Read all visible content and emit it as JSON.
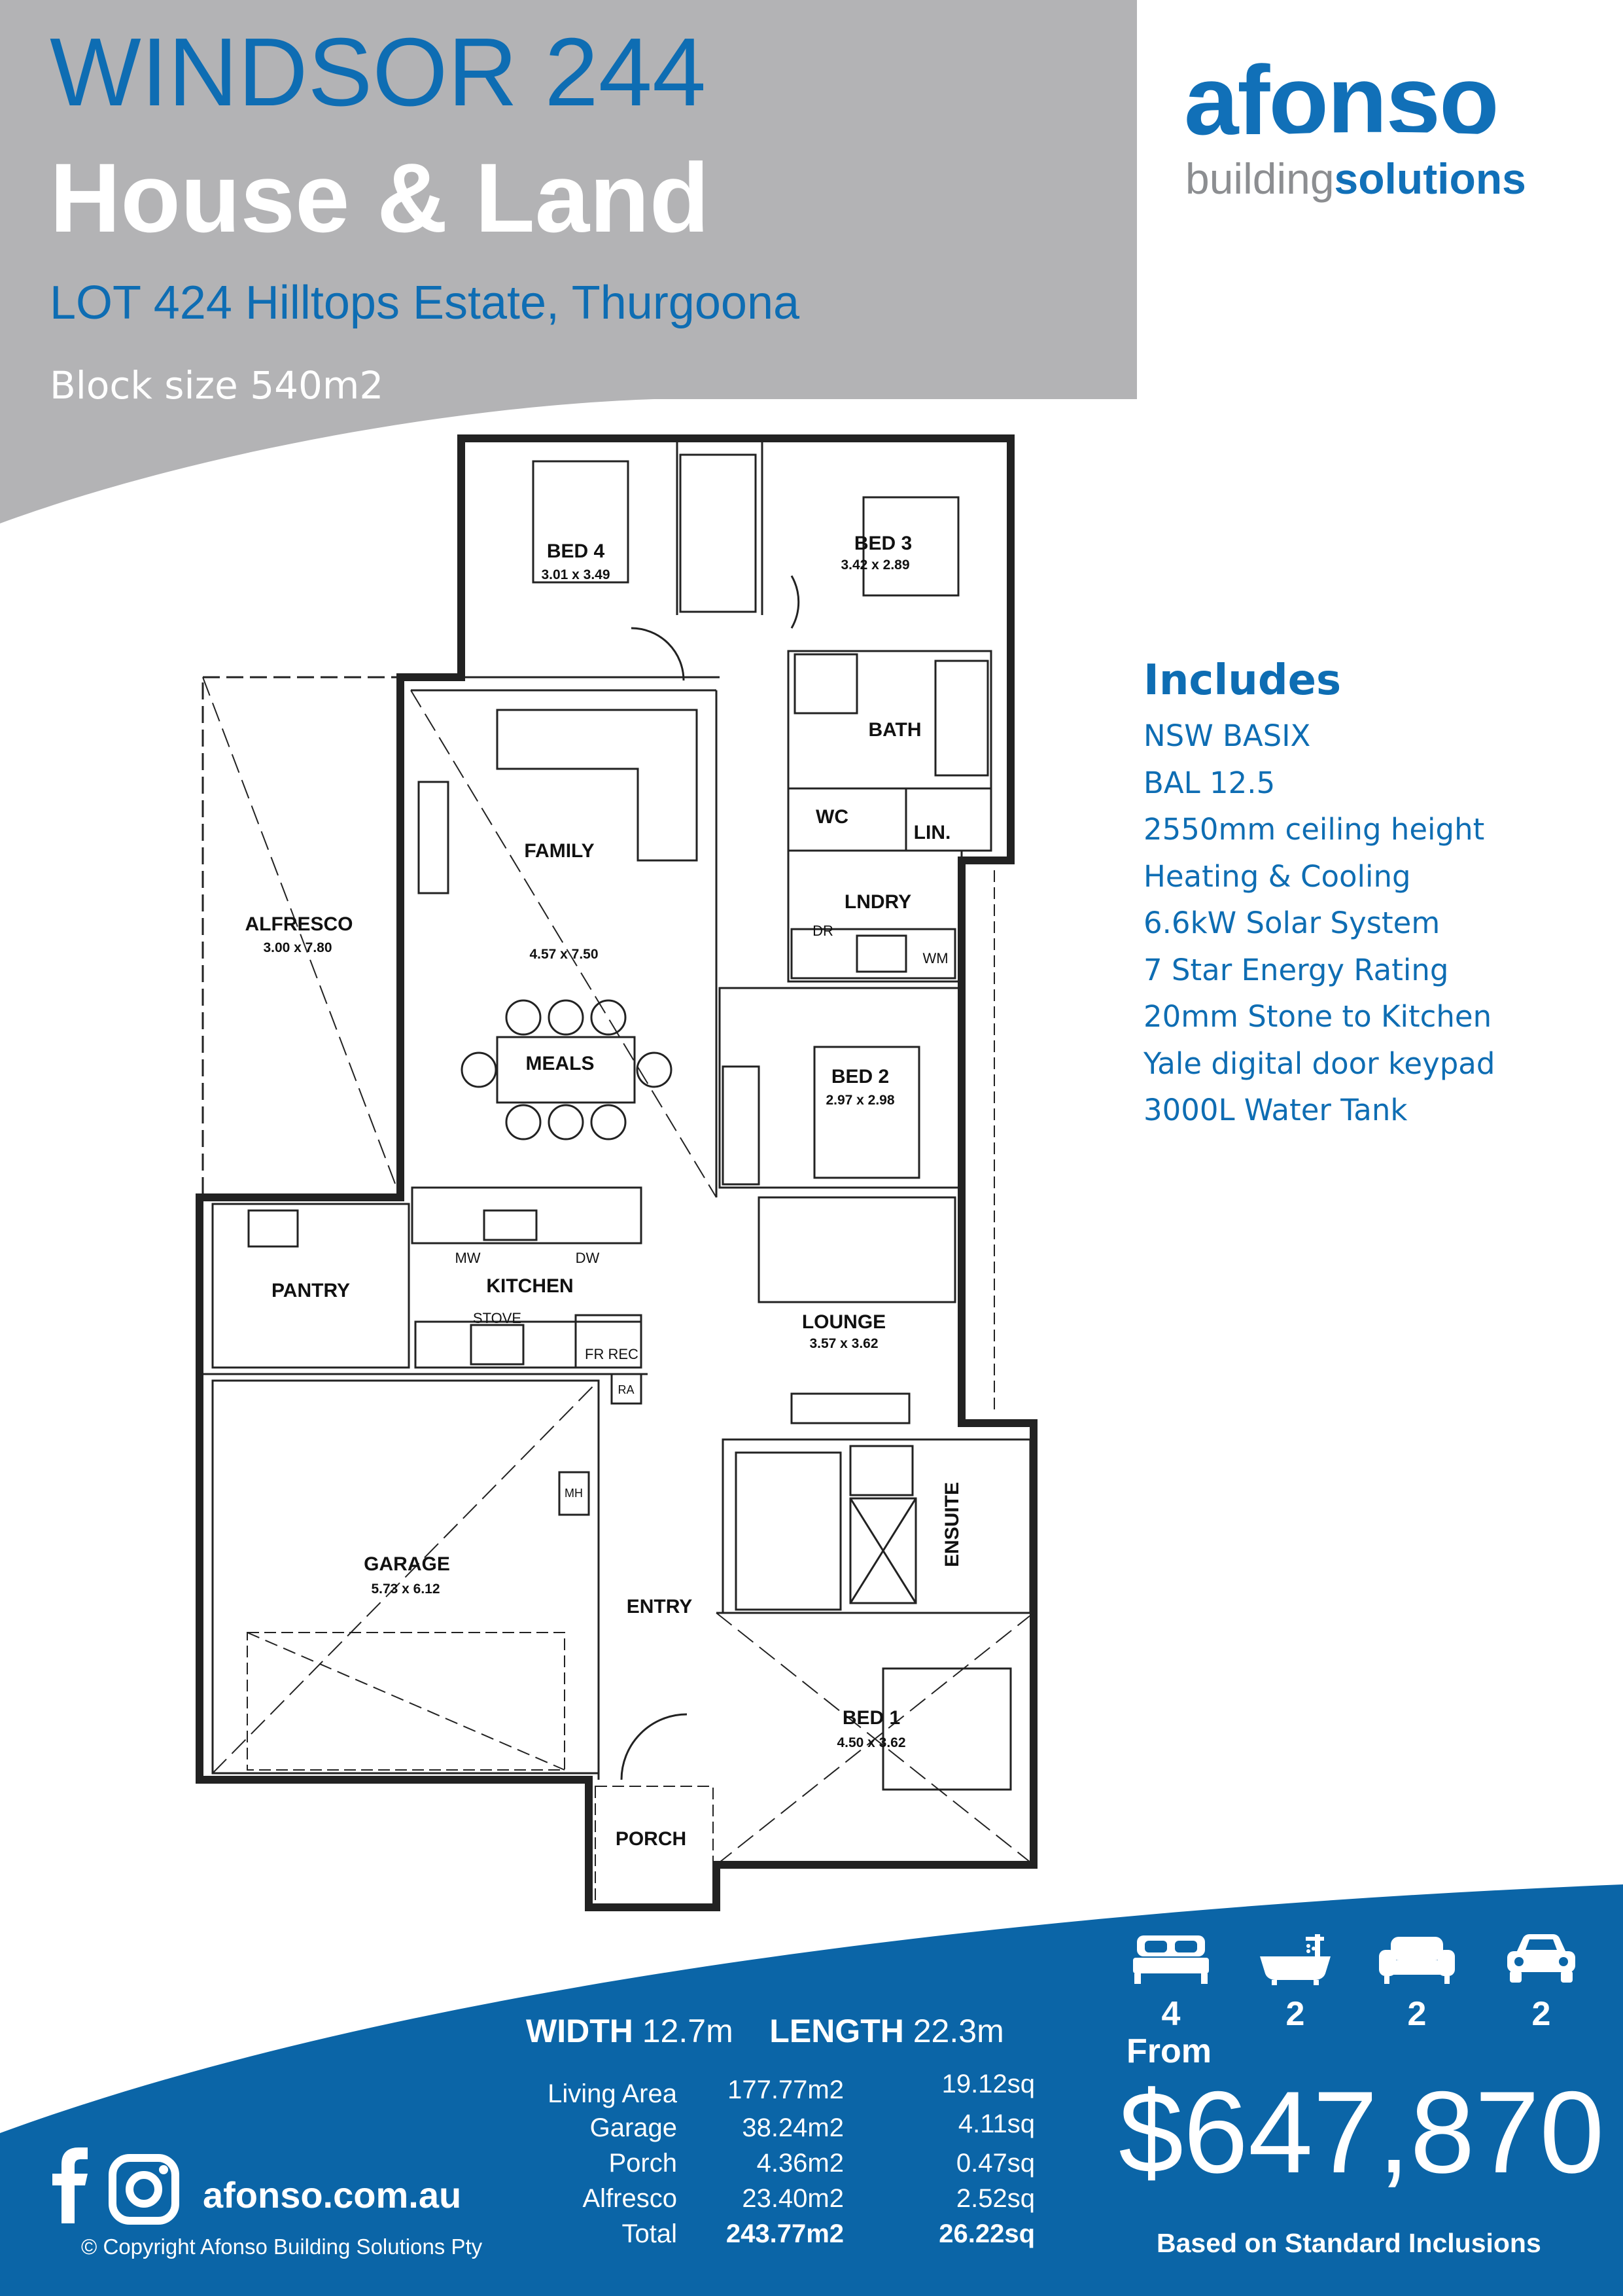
{
  "header": {
    "title": "WINDSOR 244",
    "subtitle": "House & Land",
    "lot": "LOT 424 Hilltops Estate, Thurgoona",
    "block_size": "Block size 540m2"
  },
  "logo": {
    "main": "afonso",
    "sub_regular": "building",
    "sub_bold": "solutions"
  },
  "includes": {
    "heading": "Includes",
    "items": [
      "NSW BASIX",
      "BAL 12.5",
      "2550mm ceiling height",
      "Heating & Cooling",
      "6.6kW Solar System",
      "7 Star Energy Rating",
      "20mm Stone to Kitchen",
      "Yale digital door keypad",
      "3000L Water Tank"
    ]
  },
  "floorplan": {
    "bed4": {
      "name": "BED 4",
      "dim": "3.01 x 3.49"
    },
    "bed3": {
      "name": "BED 3",
      "dim": "3.42 x 2.89"
    },
    "bath": "BATH",
    "wc": "WC",
    "lin": "LIN.",
    "lndry": "LNDRY",
    "dr": "DR",
    "wm": "WM",
    "family": {
      "name": "FAMILY",
      "dim": "4.57 x 7.50"
    },
    "alfresco": {
      "name": "ALFRESCO",
      "dim": "3.00 x 7.80"
    },
    "meals": "MEALS",
    "bed2": {
      "name": "BED 2",
      "dim": "2.97 x 2.98"
    },
    "pantry": "PANTRY",
    "kitchen": "KITCHEN",
    "mw": "MW",
    "dw": "DW",
    "stove": "STOVE",
    "frrec": "FR REC",
    "ra": "RA",
    "lounge": {
      "name": "LOUNGE",
      "dim": "3.57 x 3.62"
    },
    "garage": {
      "name": "GARAGE",
      "dim": "5.73 x 6.12"
    },
    "mh": "MH",
    "ensuite": "ENSUITE",
    "entry": "ENTRY",
    "bed1": {
      "name": "BED 1",
      "dim": "4.50 x 3.62"
    },
    "porch": "PORCH"
  },
  "footer": {
    "width_label": "WIDTH",
    "width_value": "12.7m",
    "length_label": "LENGTH",
    "length_value": "22.3m",
    "areas": [
      {
        "label": "Living Area",
        "m2": "177.77m2",
        "sq": "19.12sq"
      },
      {
        "label": "Garage",
        "m2": "38.24m2",
        "sq": "4.11sq"
      },
      {
        "label": "Porch",
        "m2": "4.36m2",
        "sq": "0.47sq"
      },
      {
        "label": "Alfresco",
        "m2": "23.40m2",
        "sq": "2.52sq"
      },
      {
        "label": "Total",
        "m2": "243.77m2",
        "sq": "26.22sq"
      }
    ],
    "features": [
      {
        "icon": "bed-icon",
        "count": "4"
      },
      {
        "icon": "bathtub-icon",
        "count": "2"
      },
      {
        "icon": "sofa-icon",
        "count": "2"
      },
      {
        "icon": "car-icon",
        "count": "2"
      }
    ],
    "from_label": "From",
    "price": "$647,870",
    "price_note": "Based on Standard Inclusions",
    "website": "afonso.com.au",
    "copyright": "© Copyright Afonso Building Solutions Pty"
  },
  "colors": {
    "brand_blue": "#0e6db3",
    "footer_blue": "#0b65a7",
    "header_grey": "#b3b3b5"
  }
}
